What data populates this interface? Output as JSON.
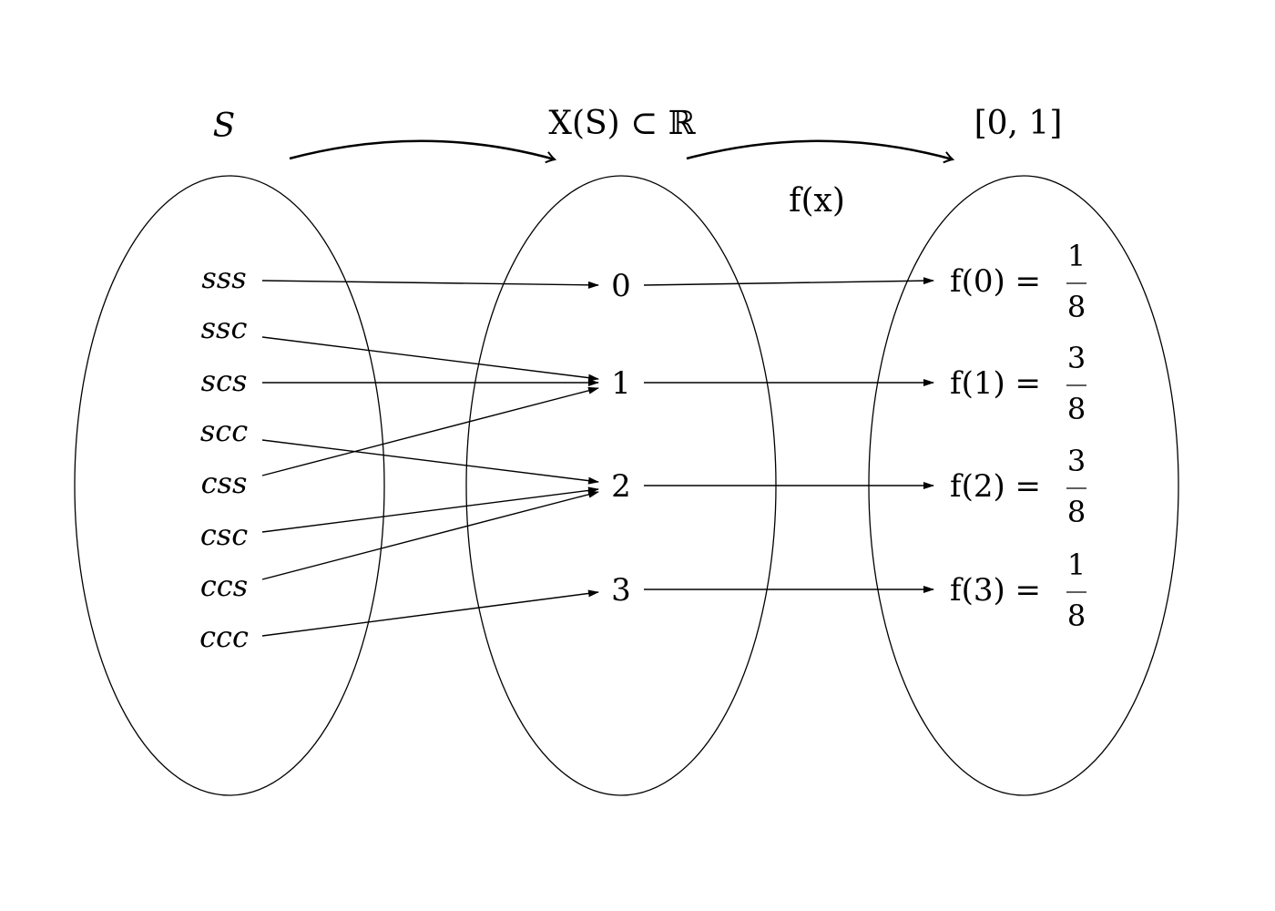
{
  "titles": {
    "sample_space": "S",
    "random_variable_range": "X(S) ⊂ ℝ",
    "probability_range": "[0, 1]",
    "function_label": "f(x)"
  },
  "outcomes": [
    "sss",
    "ssc",
    "scs",
    "scc",
    "css",
    "csc",
    "ccs",
    "ccc"
  ],
  "values": [
    "0",
    "1",
    "2",
    "3"
  ],
  "mapping": [
    0,
    1,
    1,
    2,
    1,
    2,
    2,
    3
  ],
  "probabilities": [
    {
      "lhs": "f(0) =",
      "num": "1",
      "den": "8"
    },
    {
      "lhs": "f(1) =",
      "num": "3",
      "den": "8"
    },
    {
      "lhs": "f(2) =",
      "num": "3",
      "den": "8"
    },
    {
      "lhs": "f(3) =",
      "num": "1",
      "den": "8"
    }
  ]
}
